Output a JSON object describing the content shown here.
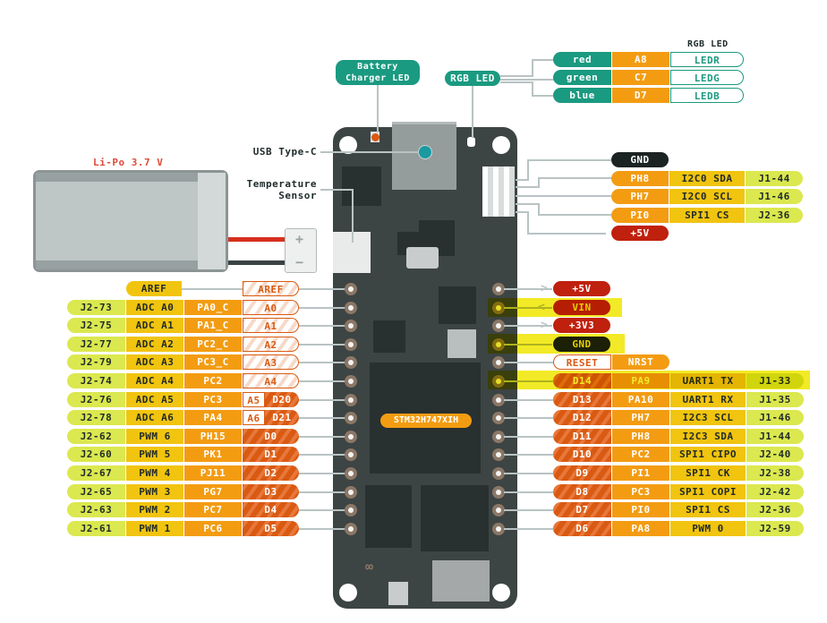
{
  "colors": {
    "board": "#3d4444",
    "teal": "#1a9a80",
    "orange": "#f39c12",
    "yellow": "#f1c40f",
    "lime": "#dbe84f",
    "red": "#c0200e",
    "dark_orange": "#d95a12",
    "highlight": "#f0e600"
  },
  "top": {
    "battery_led_label": [
      "Battery",
      "Charger LED"
    ],
    "rgb_led_label": "RGB LED",
    "rgb_title": "RGB LED",
    "rgb_rows": [
      {
        "color": "red",
        "pin": "A8",
        "name": "LEDR"
      },
      {
        "color": "green",
        "pin": "C7",
        "name": "LEDG"
      },
      {
        "color": "blue",
        "pin": "D7",
        "name": "LEDB"
      }
    ]
  },
  "callouts": {
    "usb": "USB Type-C",
    "temp": [
      "Temperature",
      "Sensor"
    ],
    "battery": "Li-Po 3.7 V",
    "plus": "+",
    "minus": "−"
  },
  "board": {
    "chip": "STM32H747XIH"
  },
  "header_right": [
    {
      "label": "GND",
      "type": "gnd"
    },
    {
      "label": "PH8",
      "func": "I2C0 SDA",
      "j": "J1-44"
    },
    {
      "label": "PH7",
      "func": "I2C0 SCL",
      "j": "J1-46"
    },
    {
      "label": "PI0",
      "func": "SPI1 CS",
      "j": "J2-36"
    },
    {
      "label": "+5V",
      "type": "power"
    }
  ],
  "left_pins": {
    "aref": {
      "func": "AREF",
      "pin": "AREF"
    },
    "analog": [
      {
        "j": "J2-73",
        "func": "ADC A0",
        "port": "PA0_C",
        "pin": "A0"
      },
      {
        "j": "J2-75",
        "func": "ADC A1",
        "port": "PA1_C",
        "pin": "A1"
      },
      {
        "j": "J2-77",
        "func": "ADC A2",
        "port": "PC2_C",
        "pin": "A2"
      },
      {
        "j": "J2-79",
        "func": "ADC A3",
        "port": "PC3_C",
        "pin": "A3"
      },
      {
        "j": "J2-74",
        "func": "ADC A4",
        "port": "PC2",
        "pin": "A4"
      },
      {
        "j": "J2-76",
        "func": "ADC A5",
        "port": "PC3",
        "pin": "A5",
        "digital": "D20"
      },
      {
        "j": "J2-78",
        "func": "ADC A6",
        "port": "PA4",
        "pin": "A6",
        "digital": "D21"
      }
    ],
    "digital": [
      {
        "j": "J2-62",
        "func": "PWM 6",
        "port": "PH15",
        "pin": "D0"
      },
      {
        "j": "J2-60",
        "func": "PWM 5",
        "port": "PK1",
        "pin": "D1"
      },
      {
        "j": "J2-67",
        "func": "PWM 4",
        "port": "PJ11",
        "pin": "D2"
      },
      {
        "j": "J2-65",
        "func": "PWM 3",
        "port": "PG7",
        "pin": "D3"
      },
      {
        "j": "J2-63",
        "func": "PWM 2",
        "port": "PC7",
        "pin": "D4"
      },
      {
        "j": "J2-61",
        "func": "PWM 1",
        "port": "PC6",
        "pin": "D5"
      }
    ]
  },
  "right_pins": {
    "power": [
      {
        "label": "+5V",
        "type": "red",
        "arrow": "in",
        "highlight": false
      },
      {
        "label": "VIN",
        "type": "red",
        "arrow": "out",
        "highlight": true
      },
      {
        "label": "+3V3",
        "type": "red",
        "arrow": "in",
        "highlight": false
      },
      {
        "label": "GND",
        "type": "gnd",
        "highlight": true
      }
    ],
    "reset": {
      "pin": "RESET",
      "port": "NRST"
    },
    "digital": [
      {
        "pin": "D14",
        "port": "PA9",
        "func": "UART1 TX",
        "j": "J1-33",
        "highlight": true
      },
      {
        "pin": "D13",
        "port": "PA10",
        "func": "UART1 RX",
        "j": "J1-35"
      },
      {
        "pin": "D12",
        "port": "PH7",
        "func": "I2C3 SCL",
        "j": "J1-46"
      },
      {
        "pin": "D11",
        "port": "PH8",
        "func": "I2C3 SDA",
        "j": "J1-44"
      },
      {
        "pin": "D10",
        "port": "PC2",
        "func": "SPI1 CIPO",
        "j": "J2-40"
      },
      {
        "pin": "D9",
        "port": "PI1",
        "func": "SPI1 CK",
        "j": "J2-38"
      },
      {
        "pin": "D8",
        "port": "PC3",
        "func": "SPI1 COPI",
        "j": "J2-42"
      },
      {
        "pin": "D7",
        "port": "PI0",
        "func": "SPI1 CS",
        "j": "J2-36"
      },
      {
        "pin": "D6",
        "port": "PA8",
        "func": "PWM 0",
        "j": "J2-59"
      }
    ]
  }
}
